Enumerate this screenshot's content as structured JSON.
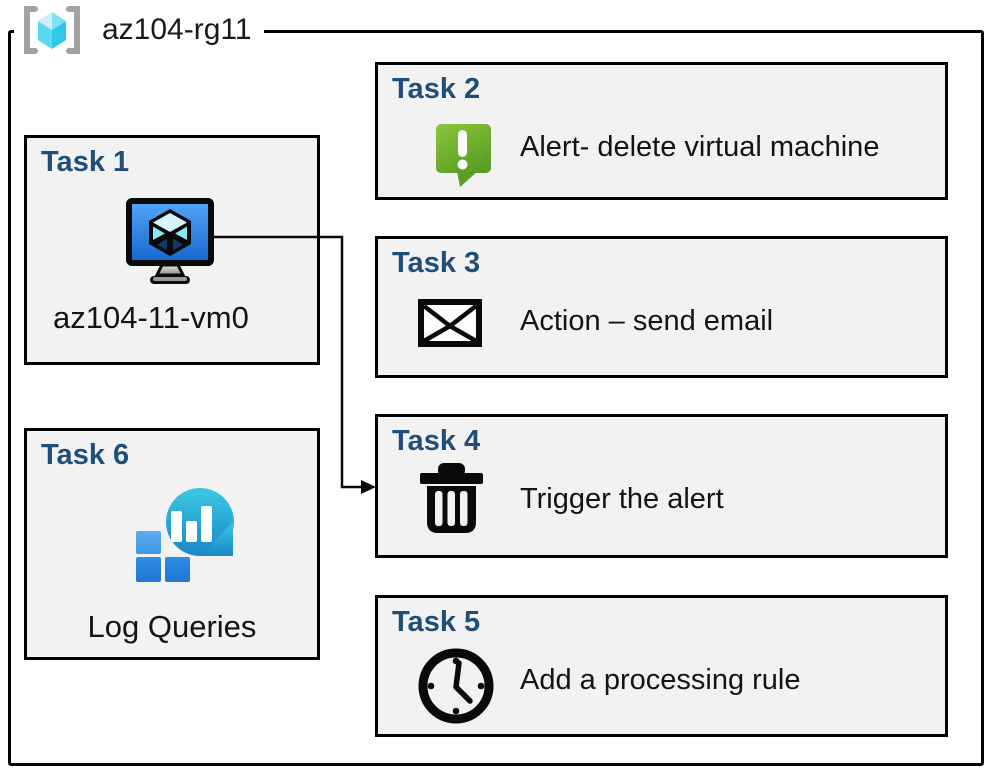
{
  "diagram": {
    "resource_group": {
      "name": "az104-rg11",
      "icon": "resource-group-icon"
    },
    "tasks": [
      {
        "title": "Task 1",
        "label": "az104-11-vm0",
        "icon": "virtual-machine-icon"
      },
      {
        "title": "Task 2",
        "label": "Alert- delete virtual machine",
        "icon": "alert-message-icon"
      },
      {
        "title": "Task 3",
        "label": "Action – send email",
        "icon": "email-envelope-icon"
      },
      {
        "title": "Task 4",
        "label": "Trigger the alert",
        "icon": "trash-can-icon"
      },
      {
        "title": "Task 5",
        "label": "Add a processing rule",
        "icon": "clock-icon"
      },
      {
        "title": "Task 6",
        "label": "Log Queries",
        "icon": "log-analytics-icon"
      }
    ],
    "connector": {
      "from": "Task 1 virtual machine",
      "to": "Task 4"
    },
    "colors": {
      "task_title": "#1F4E79",
      "box_fill": "#F2F2F2",
      "box_border": "#000000",
      "alert_green_top": "#8CC63F",
      "alert_green_bottom": "#5B9E25",
      "vm_screen_top": "#55A6F6",
      "vm_screen_bottom": "#1566CE",
      "log_drop_top": "#3CC8E4",
      "log_drop_bottom": "#1987C5",
      "log_square_blue": "#2F8DE5",
      "rg_cube_cyan": "#59D8F0",
      "rg_bracket_gray": "#A3A3A3"
    }
  }
}
